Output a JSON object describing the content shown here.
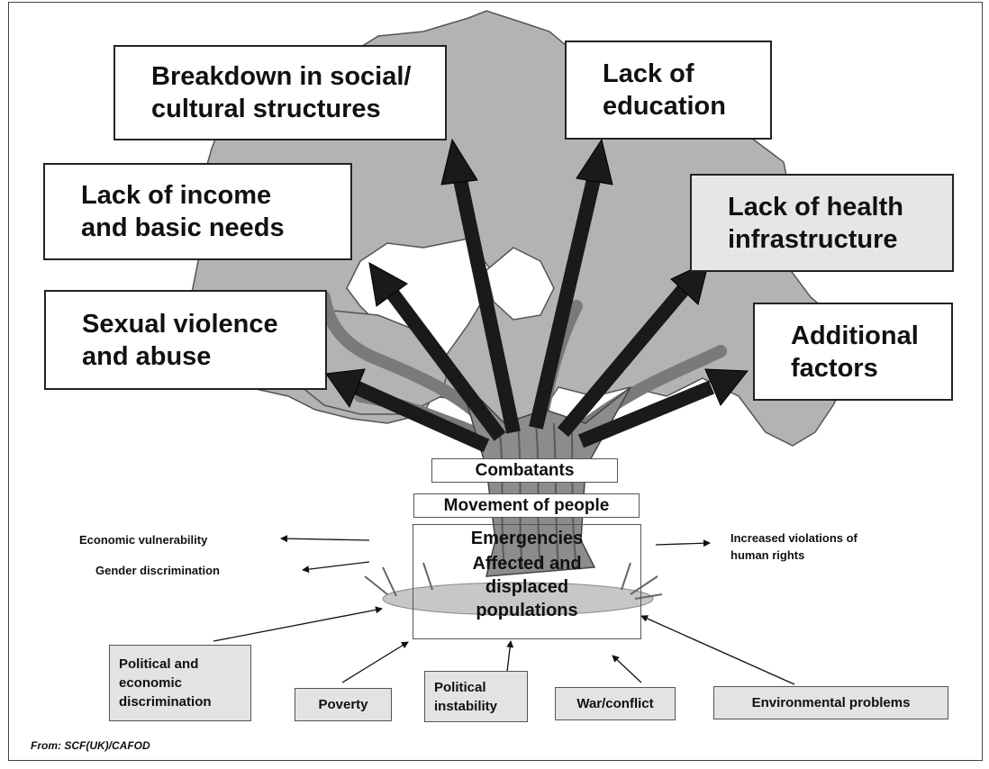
{
  "effects": {
    "breakdown": "Breakdown in social/\ncultural structures",
    "education": "Lack of\neducation",
    "income": "Lack of income\nand basic needs",
    "health": "Lack of health\ninfrastructure",
    "sexual": "Sexual violence\nand abuse",
    "additional": "Additional\nfactors"
  },
  "trunk": {
    "combatants": "Combatants",
    "movement": "Movement of people",
    "emergencies": "Emergencies",
    "affected": "Affected and\ndisplaced\npopulations"
  },
  "side_effects": {
    "economic": "Economic vulnerability",
    "gender": "Gender discrimination",
    "violations": "Increased violations of\nhuman rights"
  },
  "causes": {
    "political_economic": "Political and\neconomic\ndiscrimination",
    "poverty": "Poverty",
    "instability": "Political\ninstability",
    "war": "War/conflict",
    "environmental": "Environmental problems"
  },
  "source": "From: SCF(UK)/CAFOD",
  "colors": {
    "canopy": "#b3b3b3",
    "trunk": "#8c8c8c",
    "arrow": "#1a1a1a",
    "box_fill": "#e6e6e6",
    "cause_fill": "#e3e3e3"
  }
}
